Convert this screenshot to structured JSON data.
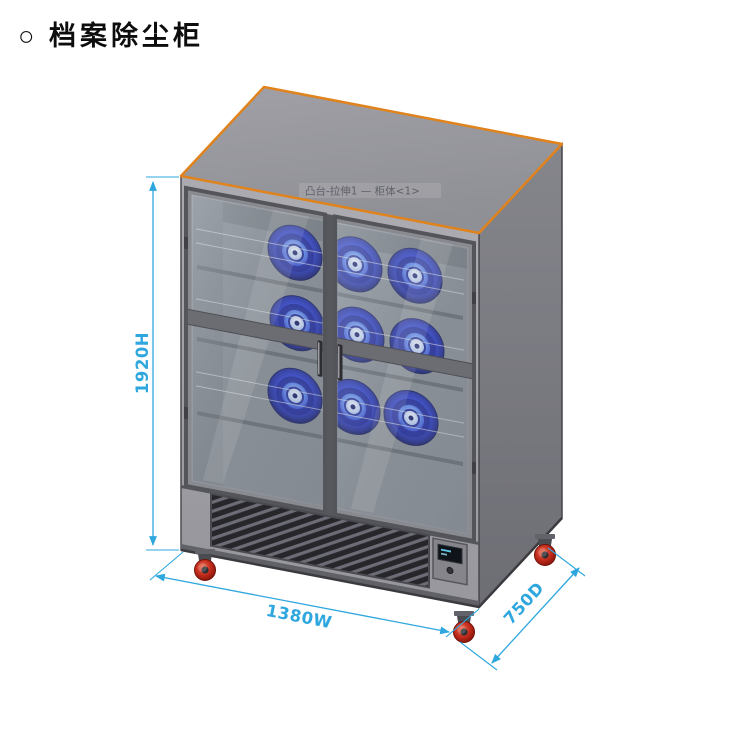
{
  "title": "○ 档案除尘柜",
  "watermark": "凸台-拉伸1 — 柜体<1>",
  "dimensions": {
    "height": "1920H",
    "width": "1380W",
    "depth": "750D"
  },
  "colors": {
    "dimension_blue": "#2ea7de",
    "top_edge_orange": "#e0831c",
    "cabinet_front_gray": "#a7a7ac",
    "cabinet_side_gray": "#7b7b81",
    "cabinet_top_gray": "#9a9aa0",
    "reel_blue": "#2336c8",
    "caster_red": "#c3271a"
  }
}
